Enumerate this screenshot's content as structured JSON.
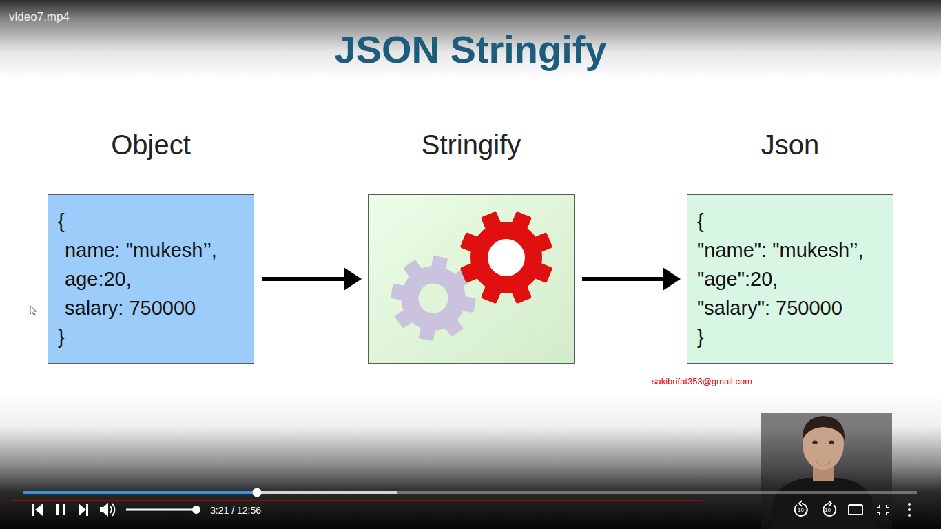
{
  "diagram": {
    "title": "JSON Stringify",
    "nodes": [
      {
        "text": [
          "Object",
          "{",
          "name: \"mukesh’’,",
          "age:20,",
          "salary: 750000",
          "}"
        ]
      },
      {
        "text": [
          "Stringify"
        ]
      },
      {
        "text": [
          "Json",
          "{",
          "\"name\": \"mukesh’’,",
          "\"age\":20,",
          "\"salary\": 750000",
          "}"
        ]
      }
    ],
    "edges": [
      {
        "from": 0,
        "to": 1,
        "arrow": "to"
      },
      {
        "from": 1,
        "to": 2,
        "arrow": "to"
      }
    ],
    "labels": [
      "video7.mp4",
      "sakibrifat353@gmail.com",
      "3:21 / 12:56",
      "10",
      "10"
    ]
  }
}
